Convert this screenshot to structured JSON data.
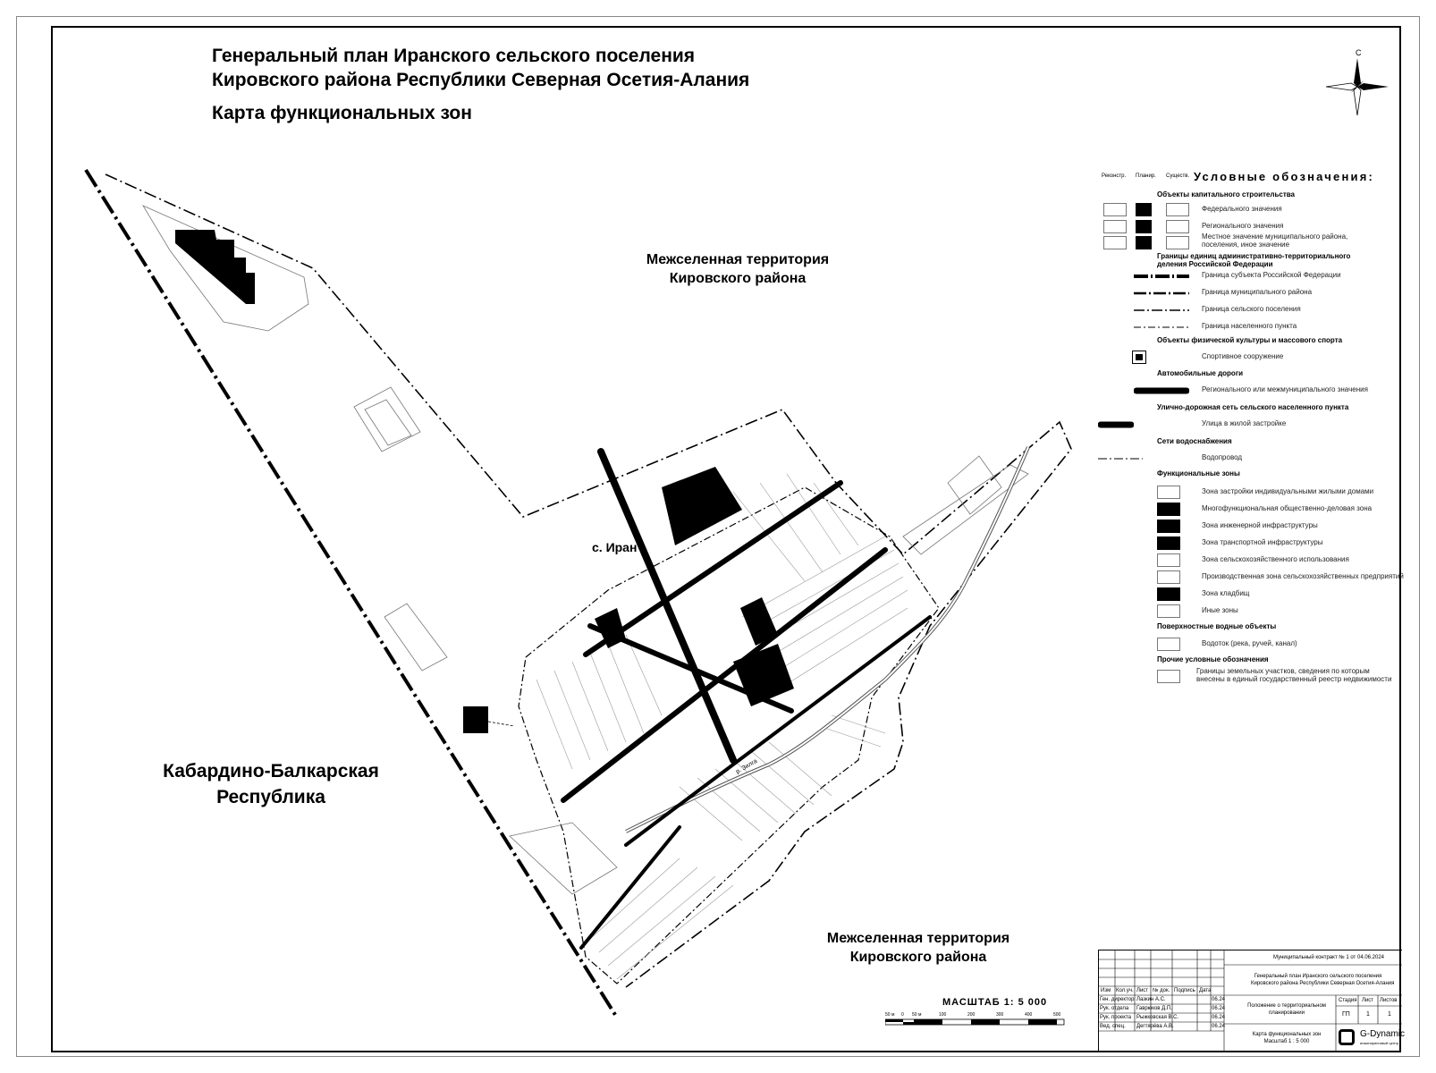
{
  "header": {
    "title_line1": "Генеральный план Иранского сельского поселения",
    "title_line2": "Кировского района Республики Северная Осетия-Алания",
    "title_line3": "Карта функциональных зон"
  },
  "compass": {
    "north_label": "С"
  },
  "map_labels": {
    "interterritory_top_1": "Межселенная территория",
    "interterritory_top_2": "Кировского района",
    "village": "с. Иран",
    "kbr_1": "Кабардино-Балкарская",
    "kbr_2": "Республика",
    "interterritory_bottom_1": "Межселенная территория",
    "interterritory_bottom_2": "Кировского района",
    "river": "р. Зилга"
  },
  "legend": {
    "title": "Условные обозначения:",
    "col_headers": [
      "Реконстр.",
      "Планир.",
      "Существ."
    ],
    "sections": {
      "capital": "Объекты капитального строительства",
      "borders": "Границы единиц административно-территориального деления Российской Федерации",
      "sport": "Объекты физической культуры и массового спорта",
      "roads": "Автомобильные дороги",
      "streets": "Улично-дорожная сеть сельского населенного пункта",
      "water_net": "Сети водоснабжения",
      "zones": "Функциональные зоны",
      "water_obj": "Поверхностные водные объекты",
      "other": "Прочие условные обозначения"
    },
    "items": {
      "federal": "Федерального значения",
      "regional": "Регионального значения",
      "local_1": "Местное значение муниципального района,",
      "local_2": "поселения, иное значение",
      "b_subject": "Граница субъекта Российской Федерации",
      "b_mun": "Граница муниципального района",
      "b_rural": "Граница сельского поселения",
      "b_settl": "Граница населенного пункта",
      "sport_fac": "Спортивное сооружение",
      "road_reg": "Регионального или межмуниципального значения",
      "street": "Улица в жилой застройке",
      "water_pipe": "Водопровод",
      "z1": "Зона застройки индивидуальными жилыми домами",
      "z2": "Многофункциональная общественно-деловая зона",
      "z3": "Зона инженерной инфраструктуры",
      "z4": "Зона транспортной инфраструктуры",
      "z5": "Зона сельскохозяйственного использования",
      "z6": "Производственная зона сельскохозяйственных предприятий",
      "z7": "Зона кладбищ",
      "z8": "Иные зоны",
      "watercourse": "Водоток (река, ручей, канал)",
      "parcels_1": "Границы земельных участков, сведения по которым",
      "parcels_2": "внесены в единый государственный реестр недвижимости"
    }
  },
  "scale": {
    "label": "МАСШТАБ 1: 5 000",
    "ticks": [
      "50 м",
      "0",
      "50 м",
      "100",
      "200",
      "300",
      "400",
      "500"
    ]
  },
  "stamp": {
    "contract": "Муниципальный контракт № 1 от 04.06.2024",
    "project_1": "Генеральный план Иранского сельского поселения",
    "project_2": "Кировского района Республики Северная Осетия-Алания",
    "section_1": "Положение о территориальном",
    "section_2": "планировании",
    "sheet_1": "Карта функциональных зон",
    "sheet_2": "Масштаб 1 : 5 000",
    "col_heads": [
      "Изм",
      "Кол.уч.",
      "Лист",
      "№ док.",
      "Подпись",
      "Дата"
    ],
    "roles": [
      "Ген. директор",
      "Рук. отдела",
      "Рук. проекта",
      "Вед. спец."
    ],
    "names": [
      "Лазкин А.С.",
      "Гаврюков Д.П.",
      "Рыжковская В.С.",
      "Дегтярёва А.В."
    ],
    "dates": [
      "06.24",
      "06.24",
      "06.24",
      "06.24"
    ],
    "stage_head": "Стадия",
    "sheet_head": "Лист",
    "sheets_head": "Листов",
    "stage": "ГП",
    "sheet": "1",
    "sheets": "1",
    "company": "G-Dynamic",
    "company_sub": "инжиниринговый центр"
  }
}
